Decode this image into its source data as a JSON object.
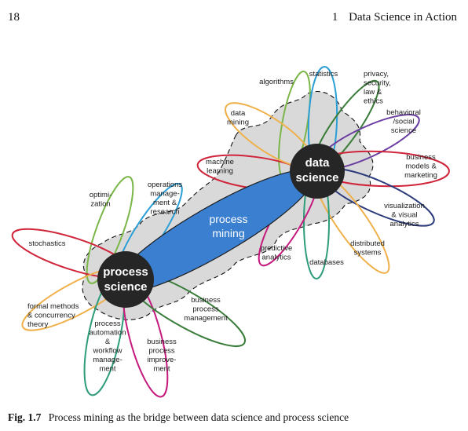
{
  "header": {
    "page_number": "18",
    "chapter_number": "1",
    "chapter_title": "Data Science in Action"
  },
  "figure": {
    "caption_label": "Fig. 1.7",
    "caption_text": "Process mining as the bridge between data science and process science",
    "bridge_label": [
      "process",
      "mining"
    ],
    "hubs": {
      "process_science": {
        "label": [
          "process",
          "science"
        ]
      },
      "data_science": {
        "label": [
          "data",
          "science"
        ]
      }
    },
    "colors": {
      "hub": "#262626",
      "bridge": "#3a7fd0",
      "cloud": "#d9d9d9",
      "red": "#d0243b",
      "blue": "#2b9fd6",
      "green": "#7ab648",
      "orange": "#efb14c",
      "teal": "#2e9b7a",
      "purple": "#6a3da0",
      "magenta": "#c5197d",
      "navy": "#2a3a7a",
      "darkgreen": "#3a7d3a"
    },
    "data_science_petals": [
      {
        "id": "algorithms",
        "lines": [
          "algorithms"
        ],
        "color": "green"
      },
      {
        "id": "statistics",
        "lines": [
          "statistics"
        ],
        "color": "blue"
      },
      {
        "id": "privacy",
        "lines": [
          "privacy,",
          "security,",
          "law &",
          "ethics"
        ],
        "color": "darkgreen"
      },
      {
        "id": "behavioral",
        "lines": [
          "behavioral",
          "/social",
          "science"
        ],
        "color": "purple"
      },
      {
        "id": "business-models",
        "lines": [
          "business",
          "models &",
          "marketing"
        ],
        "color": "red"
      },
      {
        "id": "visualization",
        "lines": [
          "visualization",
          "& visual",
          "analytics"
        ],
        "color": "navy"
      },
      {
        "id": "distributed",
        "lines": [
          "distributed",
          "systems"
        ],
        "color": "orange"
      },
      {
        "id": "databases",
        "lines": [
          "databases"
        ],
        "color": "teal"
      },
      {
        "id": "predictive",
        "lines": [
          "predictive",
          "analytics"
        ],
        "color": "magenta"
      },
      {
        "id": "machine-learning",
        "lines": [
          "machine",
          "learning"
        ],
        "color": "red"
      },
      {
        "id": "data-mining",
        "lines": [
          "data",
          "mining"
        ],
        "color": "orange"
      }
    ],
    "process_science_petals": [
      {
        "id": "optimization",
        "lines": [
          "optimi-",
          "zation"
        ],
        "color": "green"
      },
      {
        "id": "operations",
        "lines": [
          "operations",
          "manage-",
          "ment &",
          "research"
        ],
        "color": "blue"
      },
      {
        "id": "stochastics",
        "lines": [
          "stochastics"
        ],
        "color": "red"
      },
      {
        "id": "formal-methods",
        "lines": [
          "formal methods",
          "& concurrency",
          "theory"
        ],
        "color": "orange"
      },
      {
        "id": "process-automation",
        "lines": [
          "process",
          "automation",
          "&",
          "workflow",
          "manage-",
          "ment"
        ],
        "color": "teal"
      },
      {
        "id": "bpi",
        "lines": [
          "business",
          "process",
          "improve-",
          "ment"
        ],
        "color": "magenta"
      },
      {
        "id": "bpm",
        "lines": [
          "business",
          "process",
          "management"
        ],
        "color": "darkgreen"
      }
    ]
  }
}
